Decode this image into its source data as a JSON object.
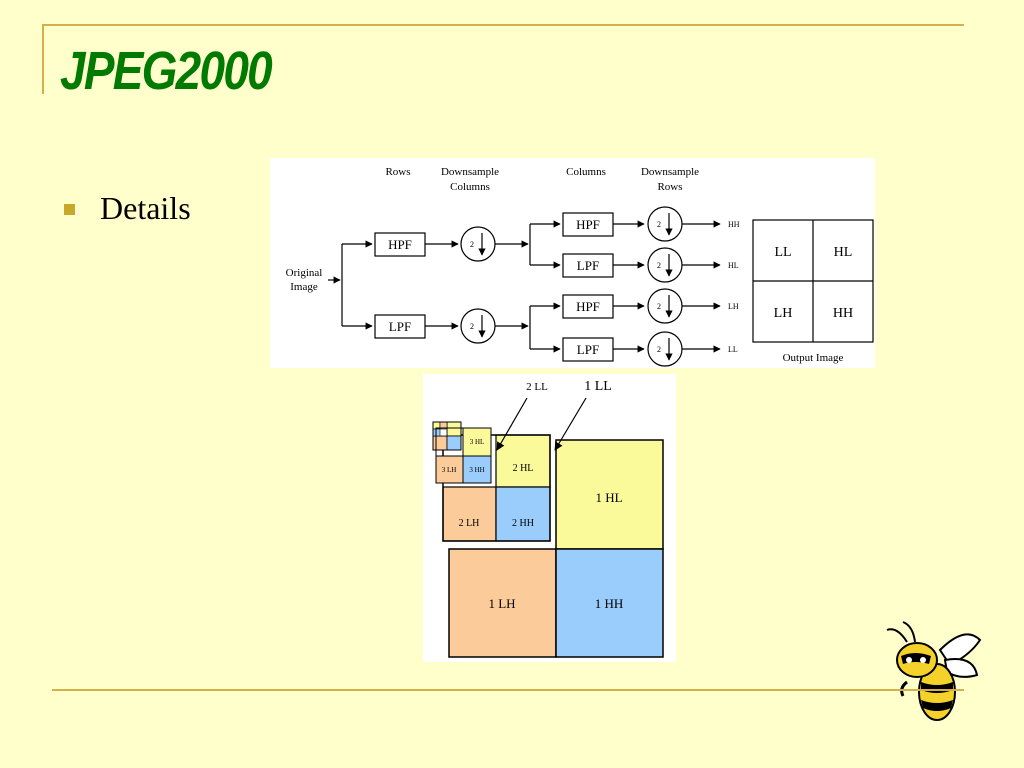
{
  "slide": {
    "title": "JPEG2000",
    "bullet": "Details"
  },
  "filter_bank": {
    "input_label": [
      "Original",
      "Image"
    ],
    "headers": {
      "rows": "Rows",
      "downsample_columns": [
        "Downsample",
        "Columns"
      ],
      "columns": "Columns",
      "downsample_rows": [
        "Downsample",
        "Rows"
      ]
    },
    "stage1": [
      "HPF",
      "LPF"
    ],
    "stage2": [
      "HPF",
      "LPF",
      "HPF",
      "LPF"
    ],
    "downsample_factor": "2",
    "outputs": [
      "HH",
      "HL",
      "LH",
      "LL"
    ],
    "output_grid": [
      "LL",
      "HL",
      "LH",
      "HH"
    ],
    "output_caption": "Output Image"
  },
  "decomposition": {
    "pointer_labels": [
      "2 LL",
      "1 LL"
    ],
    "level1": {
      "hl": "1 HL",
      "lh": "1 LH",
      "hh": "1 HH"
    },
    "level2": {
      "hl": "2 HL",
      "lh": "2 LH",
      "hh": "2 HH"
    },
    "level3": {
      "hl": "3 HL",
      "lh": "3 LH",
      "hh": "3 HH"
    },
    "colors": {
      "hl": "#fbfa9a",
      "lh": "#fbcb9a",
      "hh": "#9accfc"
    }
  }
}
